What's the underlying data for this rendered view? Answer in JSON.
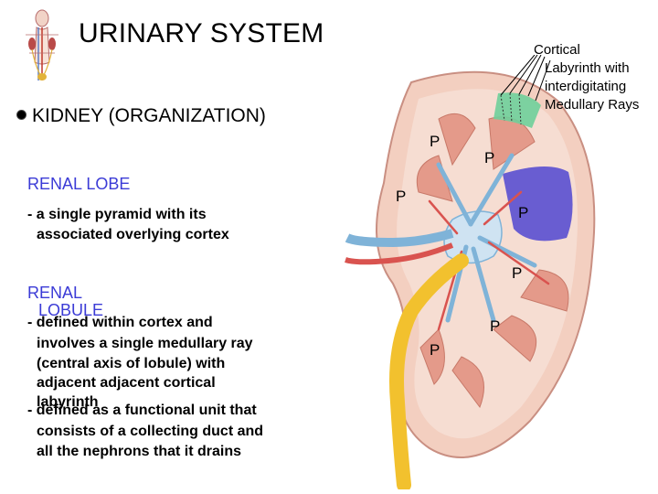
{
  "title": "URINARY SYSTEM",
  "bullet_heading": "KIDNEY (ORGANIZATION)",
  "renal_lobe": {
    "heading": "RENAL LOBE",
    "lines": [
      "- a single pyramid with its",
      "associated overlying cortex"
    ]
  },
  "renal_lobule": {
    "heading_line1": "RENAL",
    "heading_line2": "LOBULE",
    "lines": [
      "- defined within cortex and",
      "involves a single medullary ray",
      "(central axis of lobule) with",
      "adjacent adjacent cortical",
      "labyrinth",
      "- defined as a functional unit that",
      "consists of a collecting duct and",
      "all the nephrons that it drains"
    ]
  },
  "cortical_label": {
    "line1": "Cortical",
    "line2": "Labyrinth with",
    "line3": "interdigitating",
    "line4": "Medullary Rays"
  },
  "pyramid_labels": [
    "P",
    "P",
    "P",
    "P",
    "P",
    "P",
    "P"
  ],
  "colors": {
    "lobe_highlight": "#5a4fd0",
    "cortex_highlight": "#6fcf9a",
    "ureter": "#f2c12e",
    "vessel_blue": "#7fb3d8",
    "vessel_red": "#d9534f",
    "kidney_cortex": "#f3cfc0",
    "pyramid_fill": "#e49a8a",
    "heading_blue": "#3b3bd6"
  }
}
